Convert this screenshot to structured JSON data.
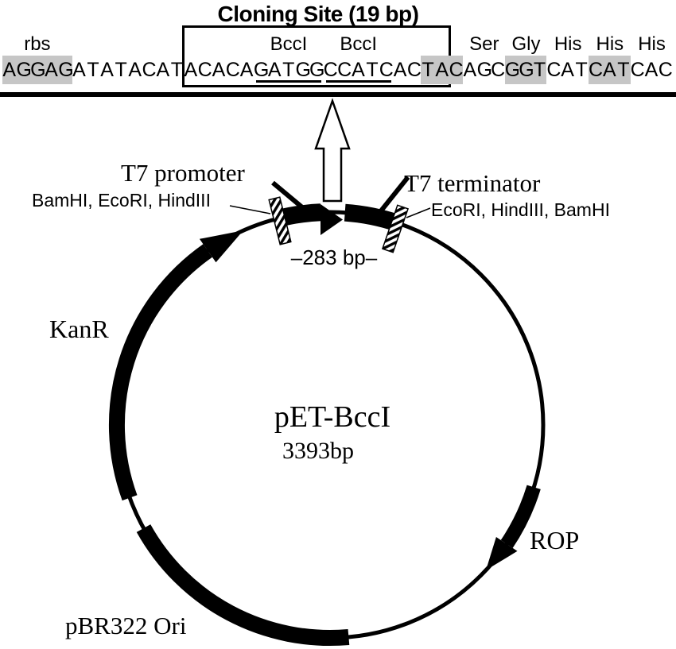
{
  "cloning_site": {
    "title": "Cloning Site (19 bp)",
    "dna": "AGGAGATATACATACACAGATGGCCATCACTACAGCGGTCATCATCAC",
    "above_labels": [
      {
        "text": "rbs",
        "center_char": 2.5
      },
      {
        "text": "BccI",
        "center_char": 20.5
      },
      {
        "text": "BccI",
        "center_char": 25.5
      },
      {
        "text": "Ser",
        "center_char": 34.5
      },
      {
        "text": "Gly",
        "center_char": 37.5
      },
      {
        "text": "His",
        "center_char": 40.5
      },
      {
        "text": "His",
        "center_char": 43.5
      },
      {
        "text": "His",
        "center_char": 46.5
      }
    ],
    "highlights": [
      [
        0,
        5
      ],
      [
        30,
        33
      ],
      [
        36,
        39
      ],
      [
        42,
        45
      ]
    ],
    "underlines": [
      [
        18,
        23
      ],
      [
        23,
        28
      ]
    ],
    "box_range": [
      13,
      32
    ],
    "highlight_color": "#c6c6c6"
  },
  "plasmid": {
    "name": "pET-BccI",
    "size_label": "3393bp",
    "insert_label": "–283 bp–",
    "labels": {
      "t7_promoter": "T7 promoter",
      "promoter_sites": "BamHI, EcoRI, HindIII",
      "t7_terminator": "T7 terminator",
      "terminator_sites": "EcoRI, HindIII, BamHI",
      "kanr": "KanR",
      "rop": "ROP",
      "ori": "pBR322 Ori"
    },
    "colors": {
      "ink": "#000000",
      "background": "#ffffff"
    }
  }
}
